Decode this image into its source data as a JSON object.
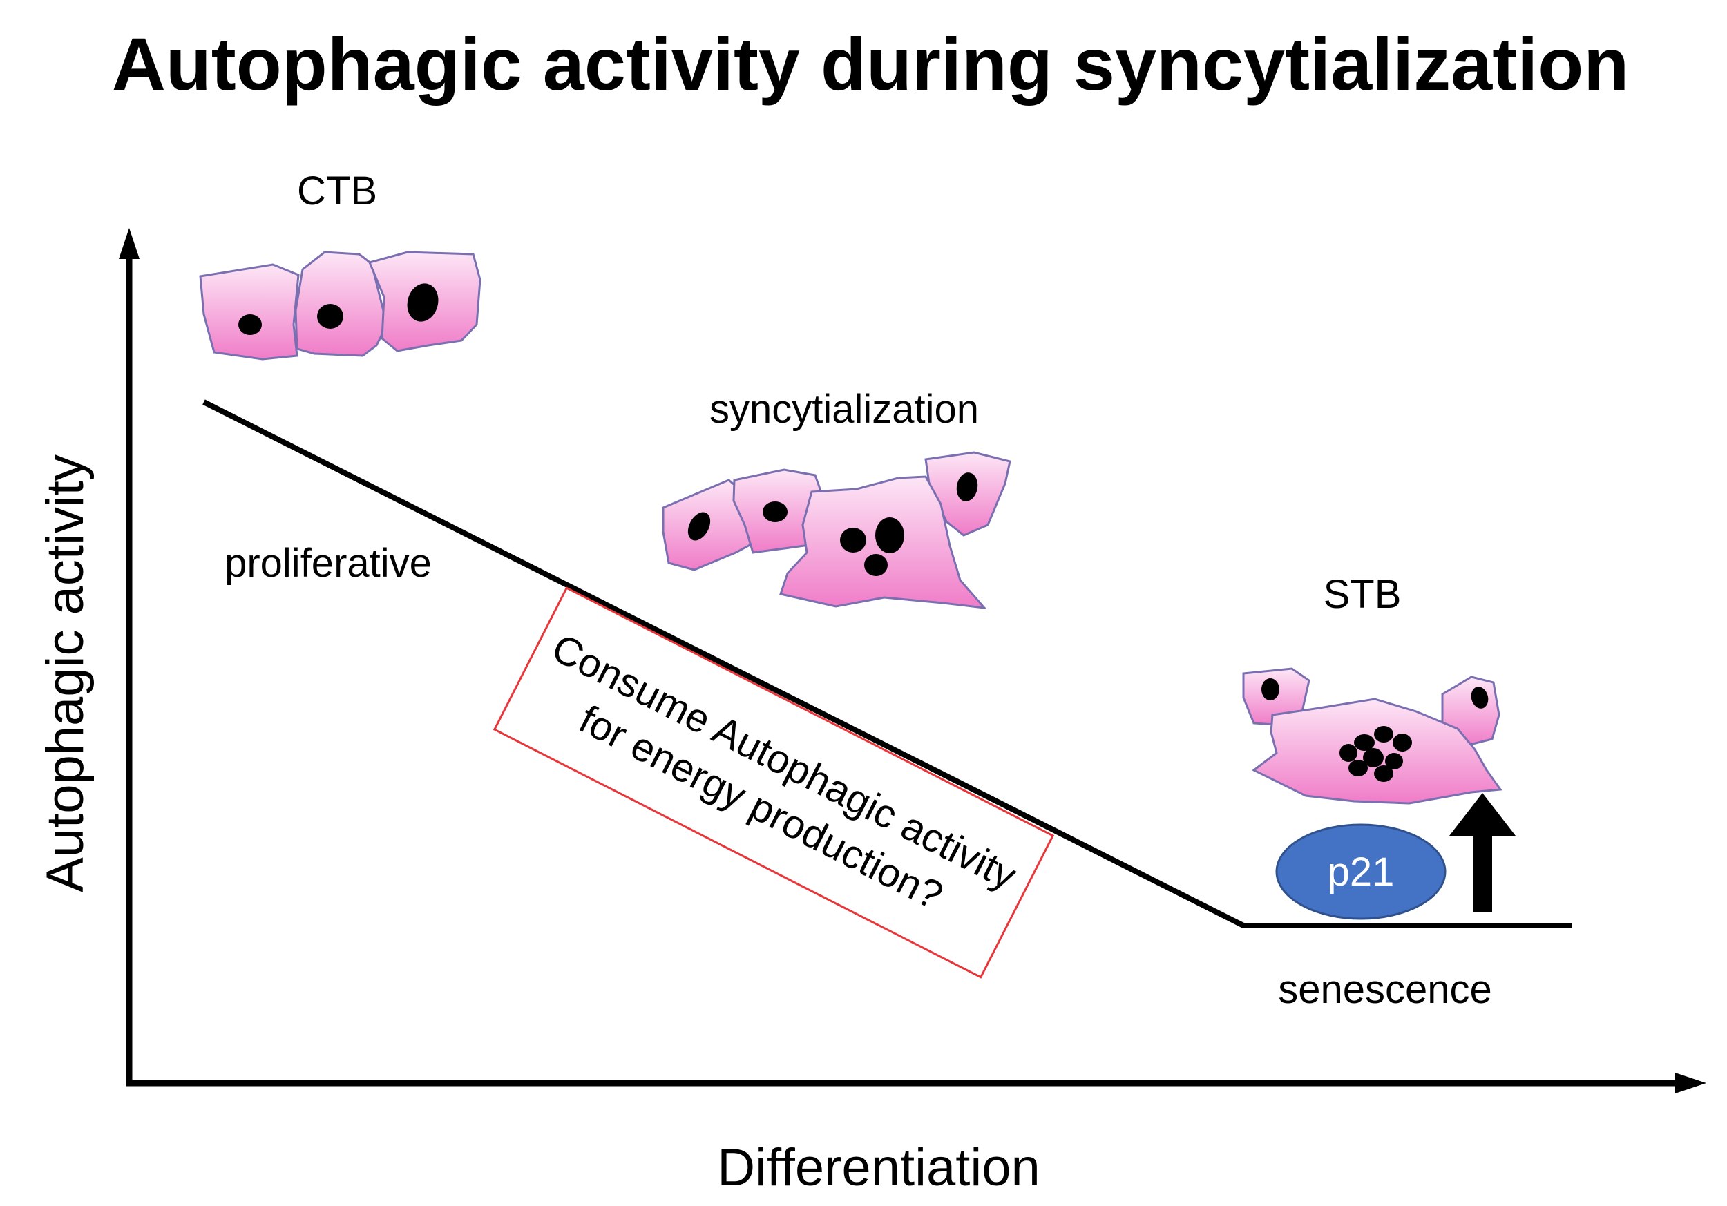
{
  "title": "Autophagic activity during syncytialization",
  "y_axis_label": "Autophagic activity",
  "x_axis_label": "Differentiation",
  "stages": {
    "ctb": "CTB",
    "syncytialization": "syncytialization",
    "stb": "STB"
  },
  "states": {
    "proliferative": "proliferative",
    "senescence": "senescence"
  },
  "annotation": {
    "line1": "Consume Autophagic activity",
    "line2": "for energy production?"
  },
  "marker": {
    "label": "p21",
    "direction": "up"
  },
  "colors": {
    "cell_fill_light": "#fde6f6",
    "cell_fill_dark": "#f07cc8",
    "cell_stroke": "#7a6fb0",
    "p21_fill": "#4472c4",
    "annotation_border": "#e8363a"
  }
}
